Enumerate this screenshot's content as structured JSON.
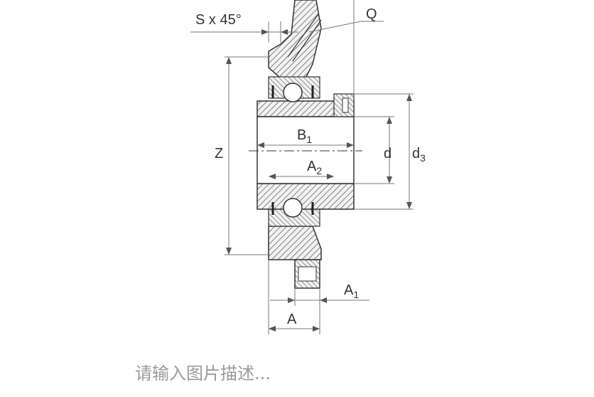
{
  "diagram": {
    "labels": {
      "chamfer": "S x 45°",
      "q": "Q",
      "z": "Z",
      "b1_main": "B",
      "b1_sub": "1",
      "d": "d",
      "d3_main": "d",
      "d3_sub": "3",
      "a2_main": "A",
      "a2_sub": "2",
      "a1_main": "A",
      "a1_sub": "1",
      "a": "A"
    },
    "colors": {
      "line": "#333333",
      "hatch": "#555555",
      "section": "#eeeeee",
      "dim": "#888888"
    }
  },
  "caption": {
    "placeholder": "请输入图片描述..."
  }
}
